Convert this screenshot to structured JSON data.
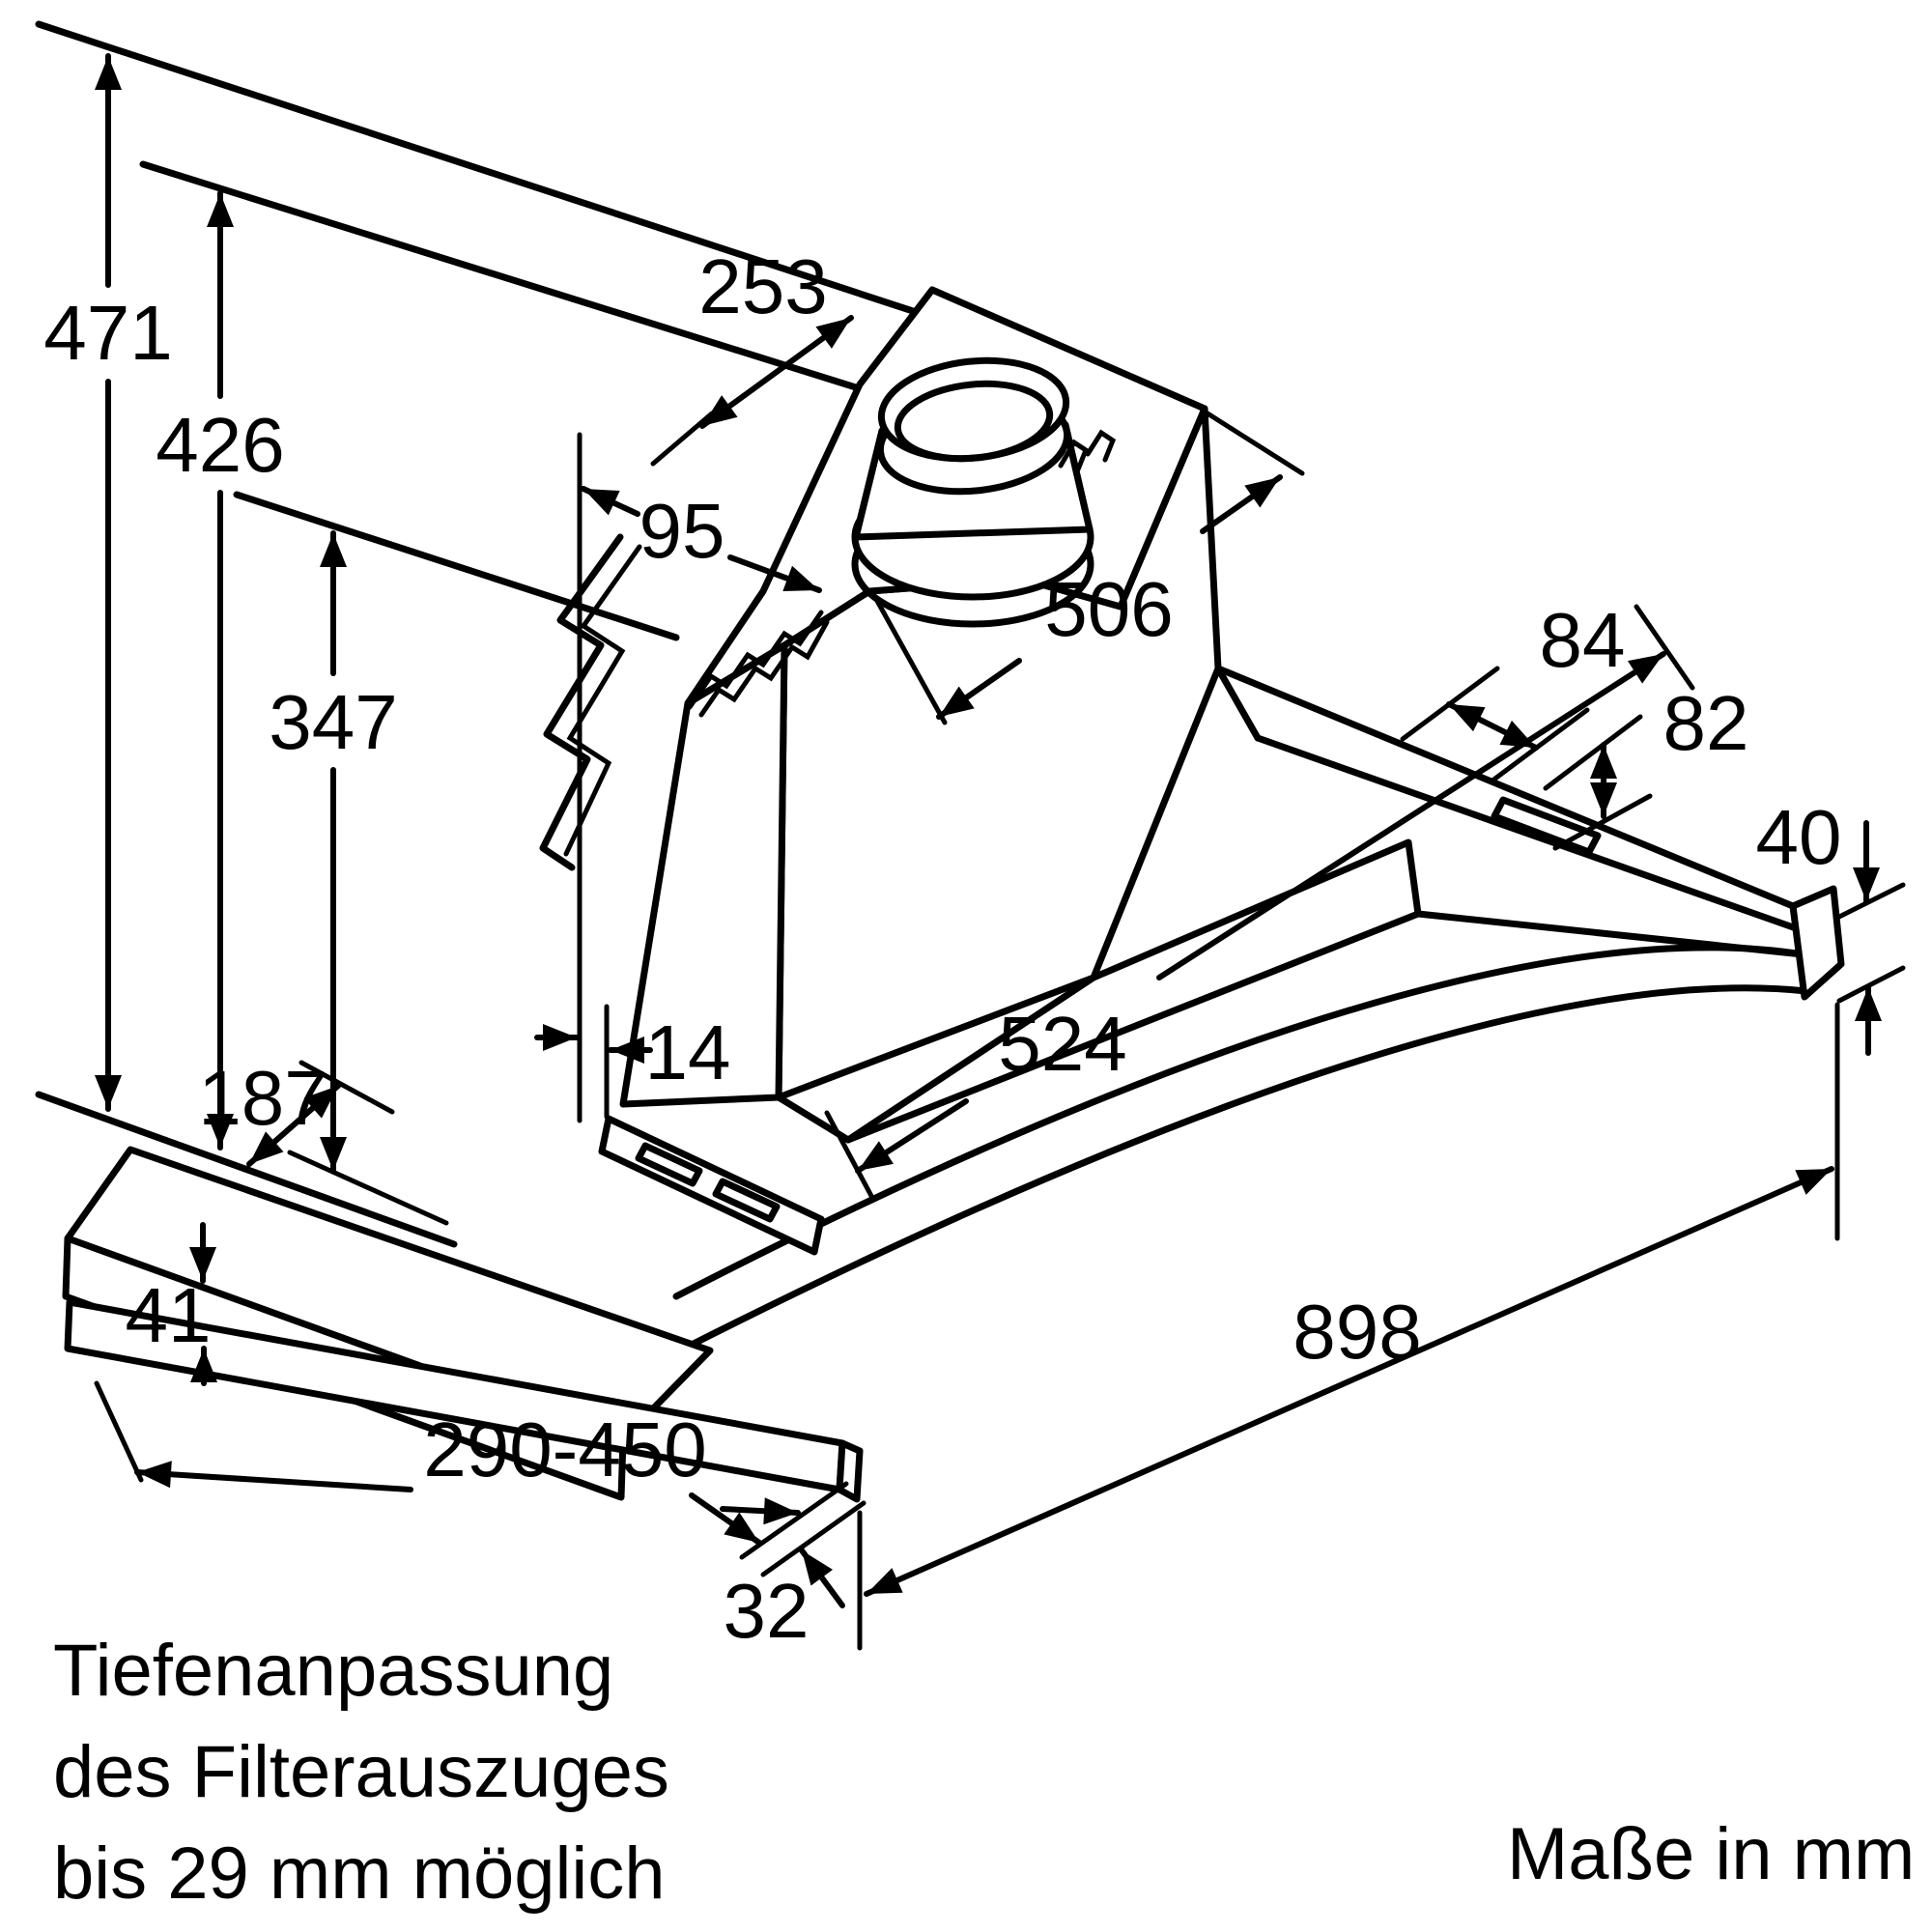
{
  "drawing": {
    "units_label": "Maße in mm",
    "note_lines": [
      "Tiefenanpassung",
      "des Filterauszuges",
      "bis 29 mm möglich"
    ],
    "dims": {
      "total_height": "471",
      "upper_height": "426",
      "body_height": "347",
      "top_depth": "253",
      "front_offset": "95",
      "body_length": "506",
      "rail_overlap": "84",
      "rail_step_height": "82",
      "rail_height": "40",
      "plenum_length": "524",
      "front_gap": "14",
      "front_depth": "187",
      "panel_thickness": "41",
      "pullout_range": "290-450",
      "bar_depth": "32",
      "total_width": "898"
    }
  }
}
